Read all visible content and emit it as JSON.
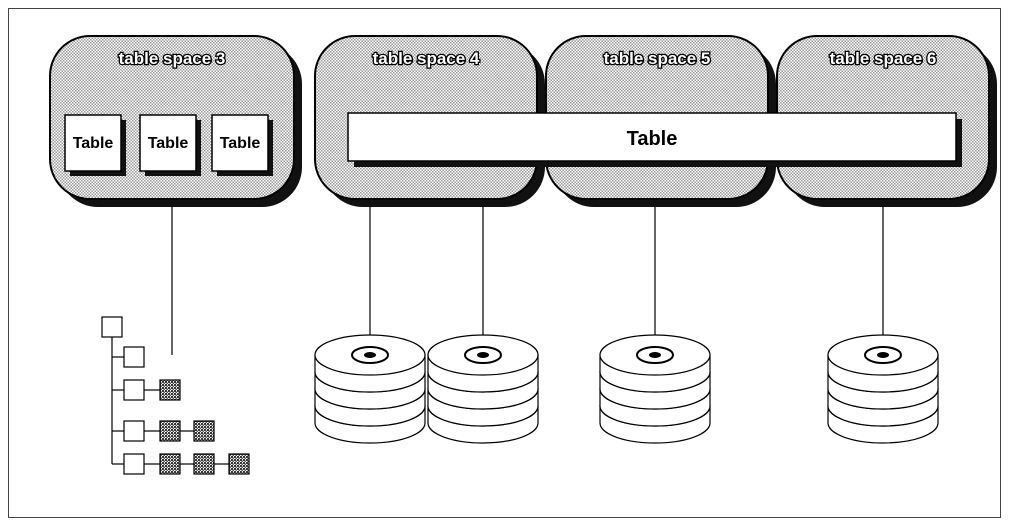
{
  "diagram": {
    "table_spaces": [
      {
        "label": "table space 3"
      },
      {
        "label": "table space 4"
      },
      {
        "label": "table space 5"
      },
      {
        "label": "table space 6"
      }
    ],
    "small_tables": [
      "Table",
      "Table",
      "Table"
    ],
    "spanning_table": "Table"
  },
  "colors": {
    "outline": "#000000",
    "shadow": "#222222",
    "pattern_light": "#bdbdbd",
    "pattern_dark": "#555555",
    "table_fill": "#ffffff"
  }
}
